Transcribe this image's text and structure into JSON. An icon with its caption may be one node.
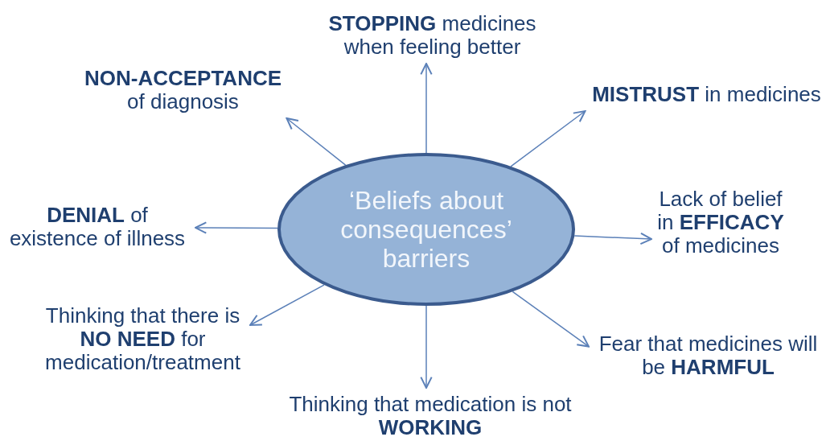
{
  "diagram": {
    "nodes": [
      {
        "text": [
          "‘Beliefs about consequences’ barriers"
        ]
      },
      {
        "text": [
          "**STOPPING** medicines when feeling better"
        ]
      },
      {
        "text": [
          "**NON-ACCEPTANCE** of diagnosis"
        ]
      },
      {
        "text": [
          "**MISTRUST** in medicines"
        ]
      },
      {
        "text": [
          "**DENIAL** of existence of illness"
        ]
      },
      {
        "text": [
          "Lack of belief in **EFFICACY** of medicines"
        ]
      },
      {
        "text": [
          "Thinking that there is **NO NEED** for medication/treatment"
        ]
      },
      {
        "text": [
          "Fear that medicines will be **HARMFUL**"
        ]
      },
      {
        "text": [
          "Thinking that medication is not **WORKING**"
        ]
      }
    ],
    "edges": [
      {
        "from": 0,
        "to": 1,
        "arrow": "to"
      },
      {
        "from": 0,
        "to": 2,
        "arrow": "to"
      },
      {
        "from": 0,
        "to": 3,
        "arrow": "to"
      },
      {
        "from": 0,
        "to": 4,
        "arrow": "to"
      },
      {
        "from": 0,
        "to": 5,
        "arrow": "to"
      },
      {
        "from": 0,
        "to": 6,
        "arrow": "to"
      },
      {
        "from": 0,
        "to": 7,
        "arrow": "to"
      },
      {
        "from": 0,
        "to": 8,
        "arrow": "to"
      }
    ]
  }
}
